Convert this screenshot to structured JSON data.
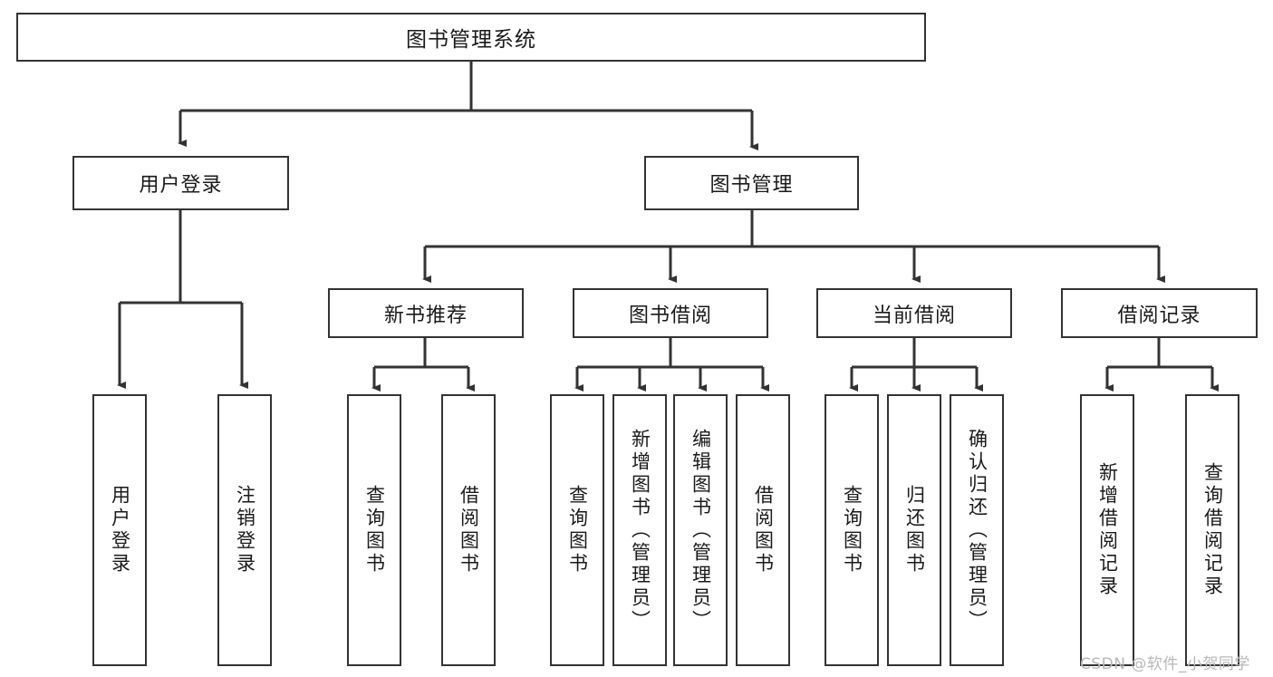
{
  "diagram": {
    "title": "图书管理系统",
    "type": "tree-hierarchy-diagram",
    "colors": {
      "background": "#ffffff",
      "box_border": "#333333",
      "box_fill": "#ffffff",
      "connector": "#333333",
      "text": "#1a1a1a",
      "watermark": "#b8b8b8"
    },
    "root": {
      "label": "图书管理系统"
    },
    "level2": [
      {
        "label": "用户登录"
      },
      {
        "label": "图书管理"
      }
    ],
    "level3": [
      {
        "label": "新书推荐"
      },
      {
        "label": "图书借阅"
      },
      {
        "label": "当前借阅"
      },
      {
        "label": "借阅记录"
      }
    ],
    "leaves": {
      "user_login": [
        {
          "label": "用户登录"
        },
        {
          "label": "注销登录"
        }
      ],
      "new_book_recommend": [
        {
          "label": "查询图书"
        },
        {
          "label": "借阅图书"
        }
      ],
      "book_borrow": [
        {
          "label": "查询图书"
        },
        {
          "label": "新增图书（管理员）"
        },
        {
          "label": "编辑图书（管理员）"
        },
        {
          "label": "借阅图书"
        }
      ],
      "current_borrow": [
        {
          "label": "查询图书"
        },
        {
          "label": "归还图书"
        },
        {
          "label": "确认归还（管理员）"
        }
      ],
      "borrow_record": [
        {
          "label": "新增借阅记录"
        },
        {
          "label": "查询借阅记录"
        }
      ]
    }
  },
  "watermark": {
    "text": "CSDN @软件_小贺同学"
  }
}
